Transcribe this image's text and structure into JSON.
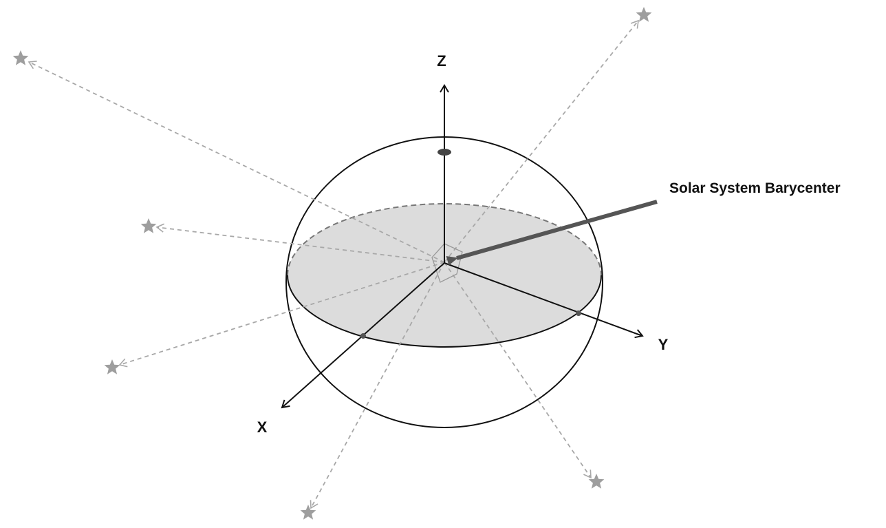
{
  "labels": {
    "z_axis": "Z",
    "y_axis": "Y",
    "x_axis": "X",
    "barycenter": "Solar System Barycenter"
  },
  "colors": {
    "ink": "#111111",
    "star": "#9e9e9e",
    "ray": "#a8a8a8",
    "plane_fill": "#dcdcdc",
    "callout_arrow": "#555555"
  },
  "icons": {
    "star": "star-icon",
    "pole_marker": "pole-marker-icon"
  }
}
